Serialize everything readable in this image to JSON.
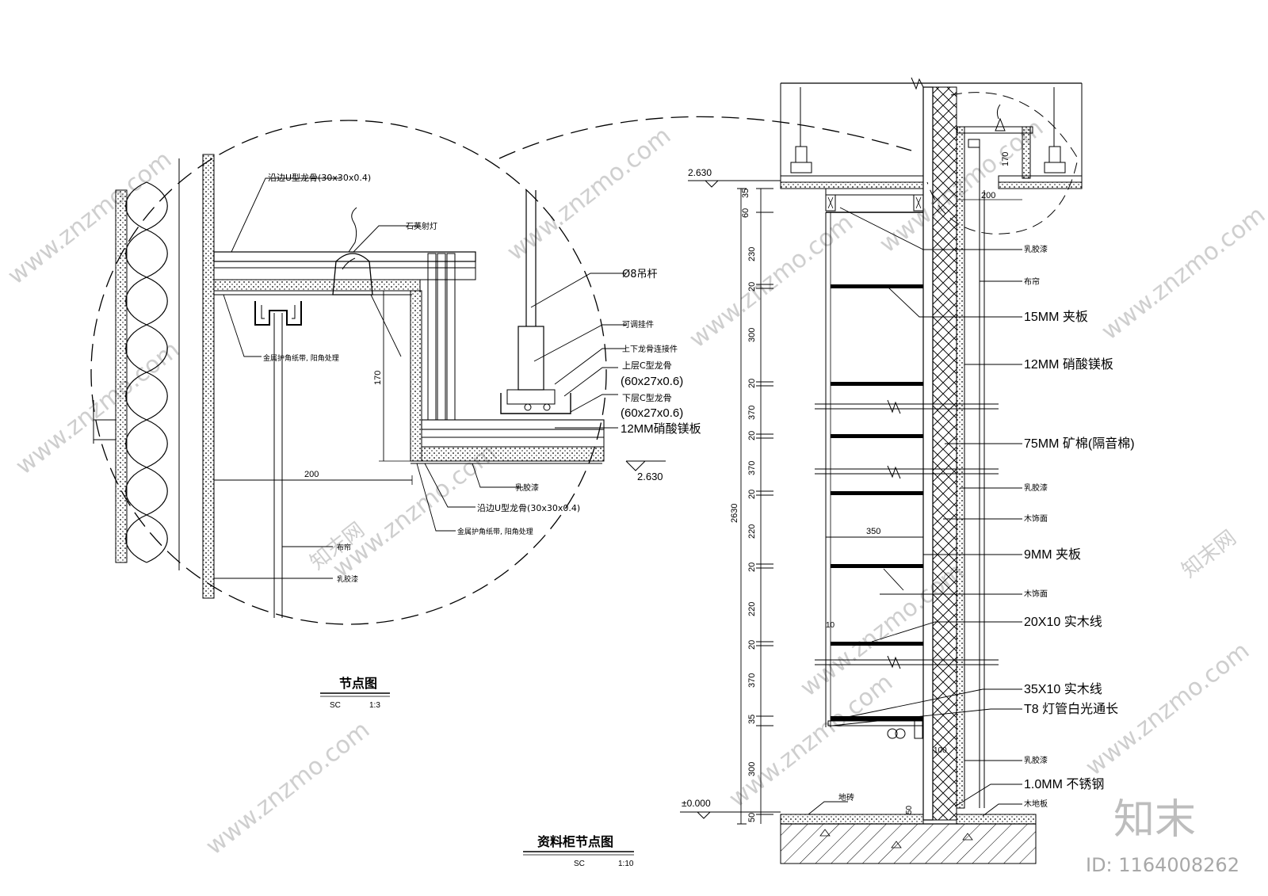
{
  "left_detail": {
    "annotations": {
      "u_keel_top": "沿边U型龙骨(30x30x0.4)",
      "quartz_lamp": "石英射灯",
      "rod": "Ø8吊杆",
      "adjustable_hanger": "可调挂件",
      "connector": "上下龙骨连接件",
      "upper_c_keel": "上层C型龙骨",
      "upper_c_keel_size": "(60x27x0.6)",
      "lower_c_keel": "下层C型龙骨",
      "lower_c_keel_size": "(60x27x0.6)",
      "gypsum_board": "12MM硝酸镁板",
      "metal_tape_top": "金属护角纸带, 阳角处理",
      "latex_paint_bottom": "乳胶漆",
      "u_keel_bottom": "沿边U型龙骨(30x30x0.4)",
      "metal_tape_bottom": "金属护角纸带, 阳角处理",
      "curtain": "布帘",
      "latex_paint_wall": "乳胶漆"
    },
    "dims": {
      "height": "170",
      "width": "200",
      "level": "2.630"
    },
    "caption": {
      "title": "节点图",
      "code": "SC",
      "scale": "1:3"
    }
  },
  "right_detail": {
    "levels": {
      "top": "2.630",
      "floor": "±0.000"
    },
    "vertical_dims": [
      "35",
      "60",
      "230",
      "20",
      "300",
      "20",
      "370",
      "20",
      "370",
      "20",
      "220",
      "20",
      "220",
      "20",
      "370",
      "35",
      "300",
      "50"
    ],
    "total_height": "2630",
    "shelf_depth": "350",
    "top_detail": {
      "h": "170",
      "w": "200"
    },
    "misc_dims": {
      "d10": "10",
      "d100": "100",
      "d50": "50"
    },
    "annotations": {
      "latex_top": "乳胶漆",
      "curtain": "布帘",
      "plywood15": "15MM 夹板",
      "board12": "12MM 硝酸镁板",
      "wool75": "75MM 矿棉(隔音棉)",
      "latex_mid": "乳胶漆",
      "wood_finish1": "木饰面",
      "plywood9": "9MM 夹板",
      "wood_finish2": "木饰面",
      "line20": "20X10 实木线",
      "line35": "35X10 实木线",
      "t8": "T8 灯管白光通长",
      "latex_bottom": "乳胶漆",
      "steel": "1.0MM 不锈钢",
      "wood_floor": "木地板",
      "floor_tile": "地砖"
    },
    "caption": {
      "title": "资料柜节点图",
      "code": "SC",
      "scale": "1:10"
    }
  },
  "watermark": {
    "site": "www.znzmo.com",
    "brand": "知末网",
    "logo": "知末",
    "id": "ID: 1164008262"
  }
}
